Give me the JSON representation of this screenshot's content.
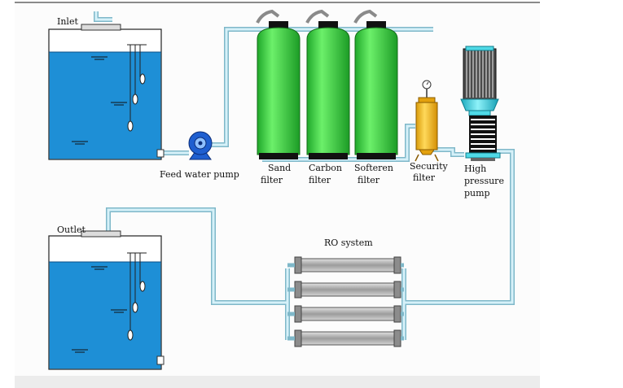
{
  "labels": {
    "inlet": "Inlet",
    "outlet": "Outlet",
    "feed_pump": "Feed water pump",
    "sand_filter": [
      "Sand",
      "filter"
    ],
    "carbon_filter": [
      "Carbon",
      "filter"
    ],
    "softener_filter": [
      "Softeren",
      "filter"
    ],
    "security_filter": [
      "Security",
      "filter"
    ],
    "high_pressure_pump": [
      "High",
      "pressure",
      "pump"
    ],
    "ro_system": "RO system"
  },
  "colors": {
    "water": "#1e8fd6",
    "pipe": "#bfe3ef",
    "filter_green": "#35cf3a",
    "security_yellow": "#f2b91f",
    "pump_blue": "#1f5fd0",
    "ro_tube": "#b9b9b9",
    "hp_pump_cyan": "#4fd9e6"
  }
}
